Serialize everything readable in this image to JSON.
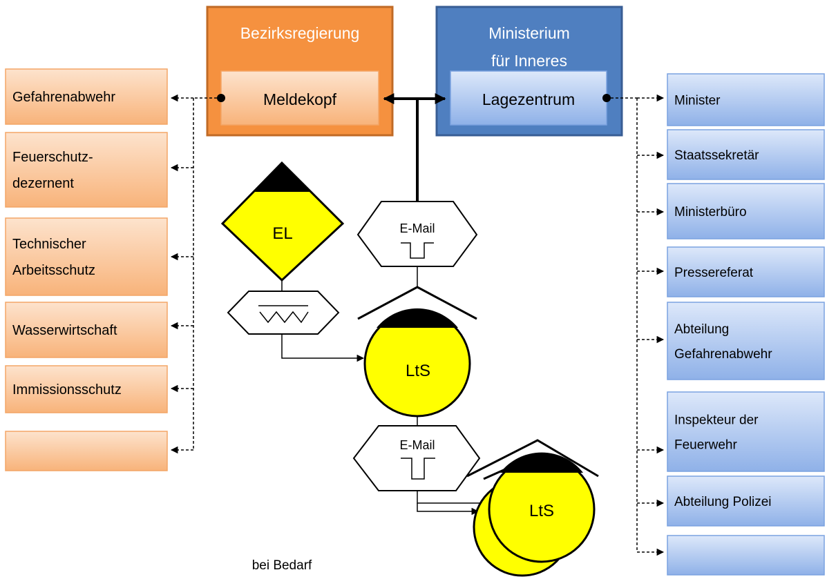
{
  "bezirksregierung": {
    "title": "Bezirksregierung",
    "meldekopf": "Meldekopf",
    "departments": [
      "Gefahrenabwehr",
      "Feuerschutz-|dezernent",
      "Technischer|Arbeitsschutz",
      "Wasserwirtschaft",
      "Immissionsschutz",
      ""
    ]
  },
  "ministerium": {
    "title_line1": "Ministerium",
    "title_line2": "für Inneres",
    "lagezentrum": "Lagezentrum",
    "departments": [
      "Minister",
      "Staatssekretär",
      "Ministerbüro",
      "Pressereferat",
      "Abteilung|Gefahrenabwehr",
      "Inspekteur der|Feuerwehr",
      "Abteilung Polizei",
      ""
    ]
  },
  "symbols": {
    "el_label": "EL",
    "email_label_1": "E-Mail",
    "email_label_2": "E-Mail",
    "lts_label_1": "LtS",
    "lts_label_2": "LtS"
  },
  "footer": {
    "note": "bei Bedarf"
  },
  "colors": {
    "orange_dark": "#f5913f",
    "orange_light": "#fcd0ad",
    "blue_dark": "#4f7fc0",
    "blue_light": "#b5cdf2",
    "yellow": "#ffff00"
  }
}
